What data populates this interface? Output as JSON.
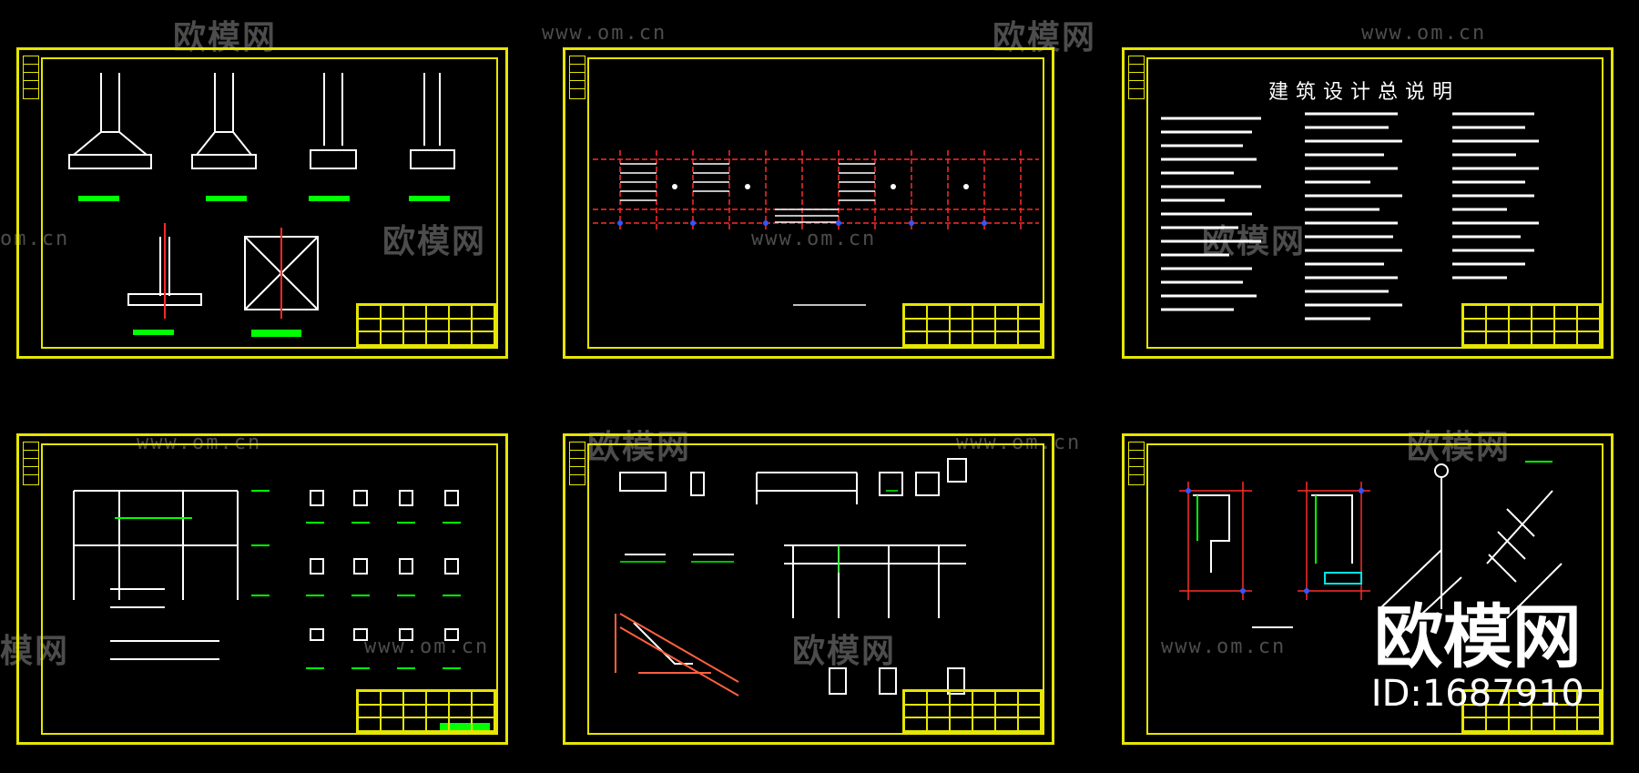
{
  "watermark": {
    "brand": "欧模网",
    "url": "www.om.cn",
    "url_short": "om.cn",
    "brand_partial": "模网"
  },
  "sheet3": {
    "title": "建筑设计总说明"
  },
  "logo": {
    "name": "欧模网",
    "id": "ID:1687910"
  },
  "colors": {
    "frame": "#e6e600",
    "wall": "#ffffff",
    "dim": "#00ff00",
    "axis": "#ff2a2a",
    "text": "#ffffff"
  }
}
